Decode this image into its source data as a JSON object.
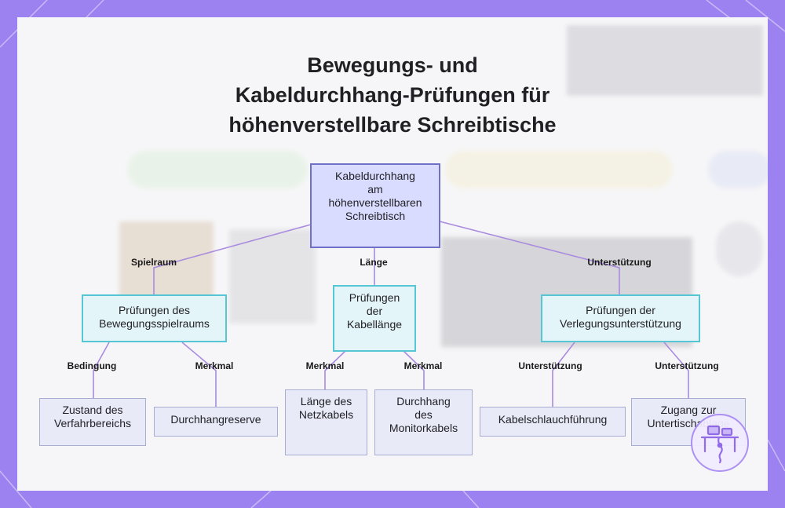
{
  "title_lines": [
    "Bewegungs- und",
    "Kabeldurchhang-Prüfungen für",
    "höhenverstellbare Schreibtische"
  ],
  "nodes": {
    "root": "Kabeldurchhang am höhenverstellbaren Schreibtisch",
    "movement": "Prüfungen des Bewegungsspielraums",
    "length": "Prüfungen der Kabellänge",
    "routing": "Prüfungen der Verlegungsunterstützung",
    "range_condition": "Zustand des Verfahrbereichs",
    "slack_reserve": "Durchhangreserve",
    "power_cable_length": "Länge des Netzkabels",
    "monitor_cable_sag": "Durchhang des Monitorkabels",
    "cable_hose": "Kabelschlauchführung",
    "under_desk_tray": "Zugang zur Untertischablage"
  },
  "edge_labels": {
    "root_movement": "Spielraum",
    "root_length": "Länge",
    "root_routing": "Unterstützung",
    "movement_condition": "Bedingung",
    "movement_slack": "Merkmal",
    "length_power": "Merkmal",
    "length_monitor": "Merkmal",
    "routing_hose": "Unterstützung",
    "routing_tray": "Unterstützung"
  },
  "colors": {
    "background": "#9b82f0",
    "root_fill": "#d9dcff",
    "root_border": "#6f71c8",
    "mid_fill": "#e4f5fa",
    "mid_border": "#56c6d4",
    "leaf_fill": "#e8eaf7",
    "edge": "#a98bdf"
  },
  "icons": [
    "desk-cable-badge-icon"
  ]
}
